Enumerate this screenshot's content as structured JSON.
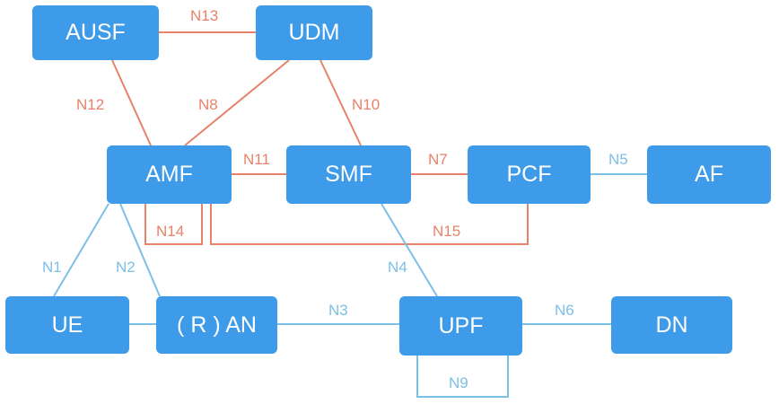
{
  "nodes": {
    "ausf": "AUSF",
    "udm": "UDM",
    "amf": "AMF",
    "smf": "SMF",
    "pcf": "PCF",
    "af": "AF",
    "ue": "UE",
    "ran": "( R ) AN",
    "upf": "UPF",
    "dn": "DN"
  },
  "interfaces": {
    "n1": "N1",
    "n2": "N2",
    "n3": "N3",
    "n4": "N4",
    "n5": "N5",
    "n6": "N6",
    "n7": "N7",
    "n8": "N8",
    "n9": "N9",
    "n10": "N10",
    "n11": "N11",
    "n12": "N12",
    "n13": "N13",
    "n14": "N14",
    "n15": "N15"
  },
  "colors": {
    "node_fill": "#3d9be9",
    "node_text": "#ffffff",
    "control_plane_link": "#e8826a",
    "user_plane_link": "#7cc0e6"
  }
}
